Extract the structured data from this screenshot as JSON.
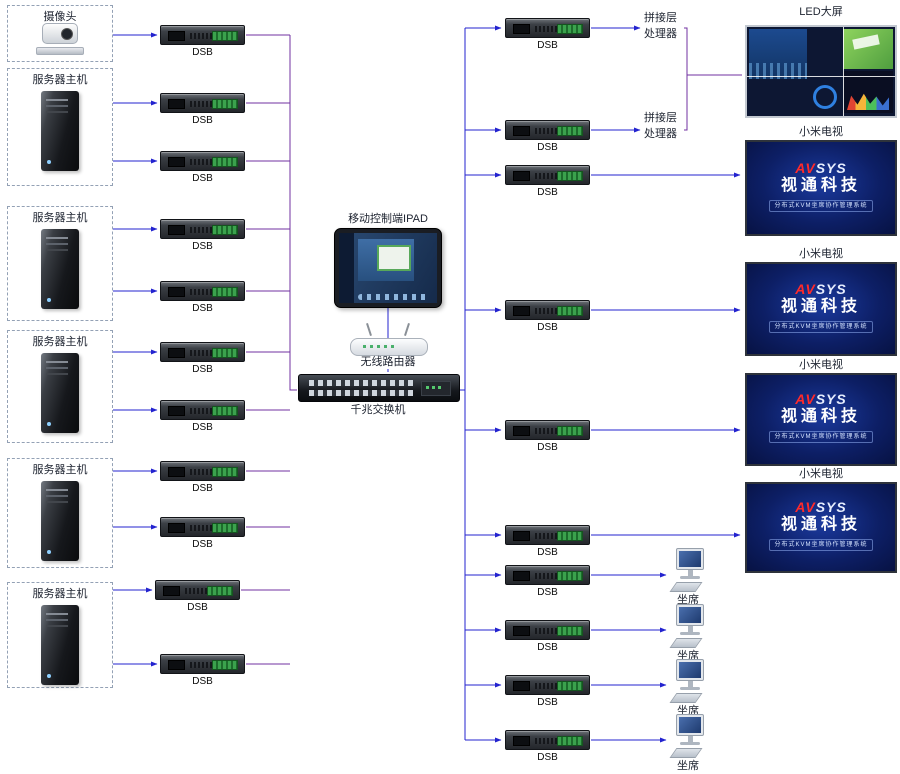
{
  "labels": {
    "camera": "摄像头",
    "server": "服务器主机",
    "dsb": "DSB",
    "ipad": "移动控制端IPAD",
    "router": "无线路由器",
    "switch": "千兆交换机",
    "processor_line1": "拼接层",
    "processor_line2": "处理器",
    "led": "LED大屏",
    "tv": "小米电视",
    "seat": "坐席"
  },
  "tv_screen": {
    "brand_red": "AV",
    "brand_rest": "SYS",
    "name": "视通科技",
    "tagline": "分布式KVM坐席协作管理系统"
  },
  "colors": {
    "line_blue": "#2323cf",
    "line_purple": "#7030a0"
  }
}
